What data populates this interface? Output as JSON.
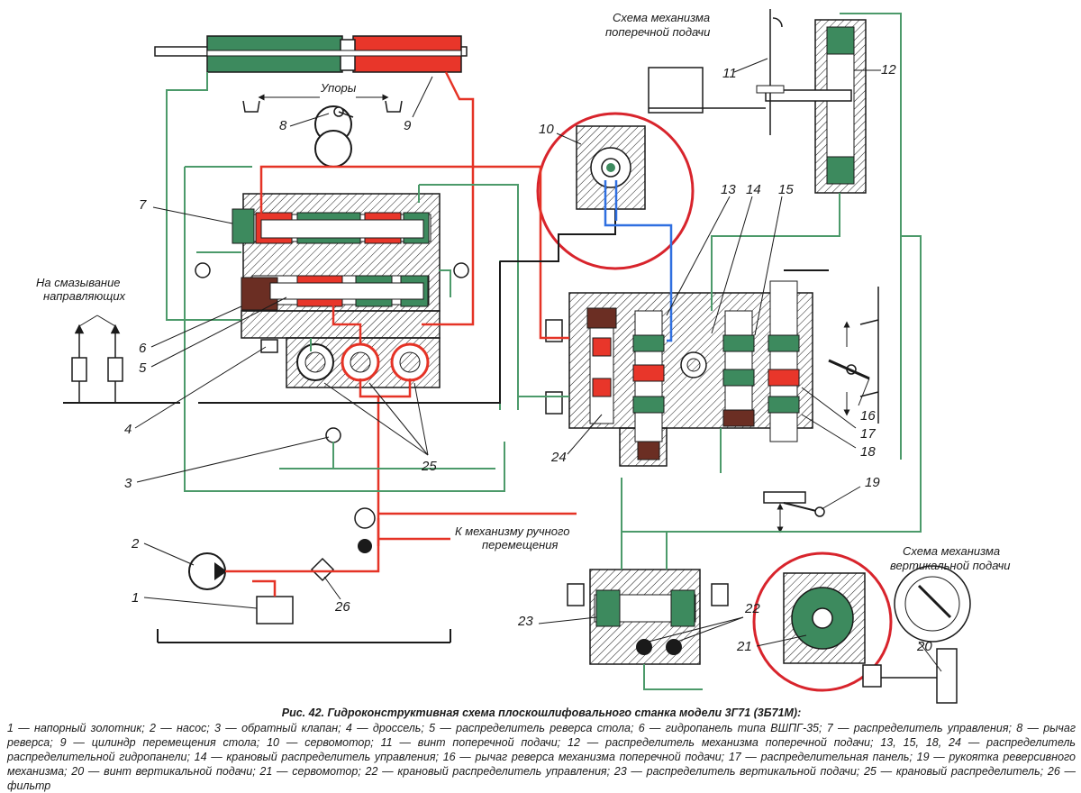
{
  "colors": {
    "pressure": "#e53326",
    "drain": "#4c9a6a",
    "servo": "#2f6fe0",
    "black": "#1a1a1a",
    "body_fill": "#ffffff",
    "green_fill": "#3d8a5e",
    "red_fill": "#e8362a",
    "brown_fill": "#6b2e23",
    "highlight": "#d8242c"
  },
  "labels": {
    "stops": "Упоры",
    "lubrication": "На смазывание направляющих",
    "manual": "К механизму ручного перемещения",
    "cross_feed": "Схема механизма поперечной подачи",
    "vertical_feed": "Схема механизма вертикальной подачи"
  },
  "callouts": [
    "1",
    "2",
    "3",
    "4",
    "5",
    "6",
    "7",
    "8",
    "9",
    "10",
    "11",
    "12",
    "13",
    "14",
    "15",
    "16",
    "17",
    "18",
    "19",
    "20",
    "21",
    "22",
    "23",
    "24",
    "25",
    "26"
  ],
  "caption": {
    "title": "Рис. 42. Гидроконструктивная схема плоскошлифовального станка модели 3Г71 (3Б71М):",
    "text": "1 — напорный золотник; 2 — насос; 3 — обратный клапан; 4 — дроссель; 5 — распределитель реверса стола; 6 — гидропанель типа ВШПГ-35; 7 — распределитель управления; 8 — рычаг реверса; 9 — цилиндр перемещения стола; 10 — сервомотор; 11 — винт поперечной подачи; 12 — распределитель механизма поперечной подачи; 13, 15, 18, 24 — распределитель распределительной гидропанели; 14 — крановый распределитель управления; 16 — рычаг реверса механизма поперечной подачи; 17 — распределительная панель; 19 — рукоятка реверсивного механизма; 20 — винт вертикальной подачи; 21 — сервомотор; 22 — крановый распределитель управления; 23 — распределитель вертикальной подачи; 25 — крановый распределитель; 26 — фильтр"
  }
}
